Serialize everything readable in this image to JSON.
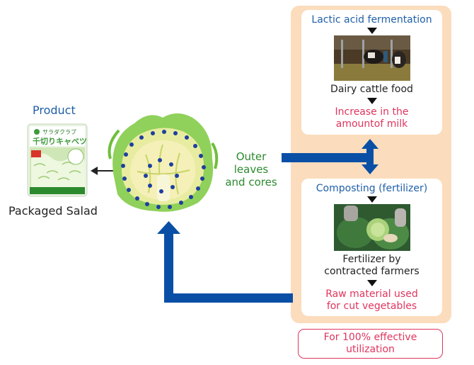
{
  "product_title": "Product",
  "package": {
    "brand_text": "サラダクラブ",
    "name_text": "千切りキャベツ"
  },
  "packaged_salad_label": "Packaged Salad",
  "outer_label": [
    "Outer",
    "leaves",
    "and cores"
  ],
  "top_card": {
    "heading": "Lactic acid fermentation",
    "step1": "Dairy cattle food",
    "result_lines": [
      "Increase in the",
      "amountof milk"
    ]
  },
  "bottom_card": {
    "heading": "Composting (fertilizer)",
    "step1_lines": [
      "Fertilizer by",
      "contracted farmers"
    ],
    "result_lines": [
      "Raw material used",
      "for cut vegetables"
    ]
  },
  "footer": [
    "For 100% effective",
    "utilization"
  ],
  "colors": {
    "blue": "#1f5fa8",
    "arrow_blue": "#0a4fa6",
    "green": "#2c8a2e",
    "red": "#e0355d",
    "panel": "#fbdcbc"
  }
}
